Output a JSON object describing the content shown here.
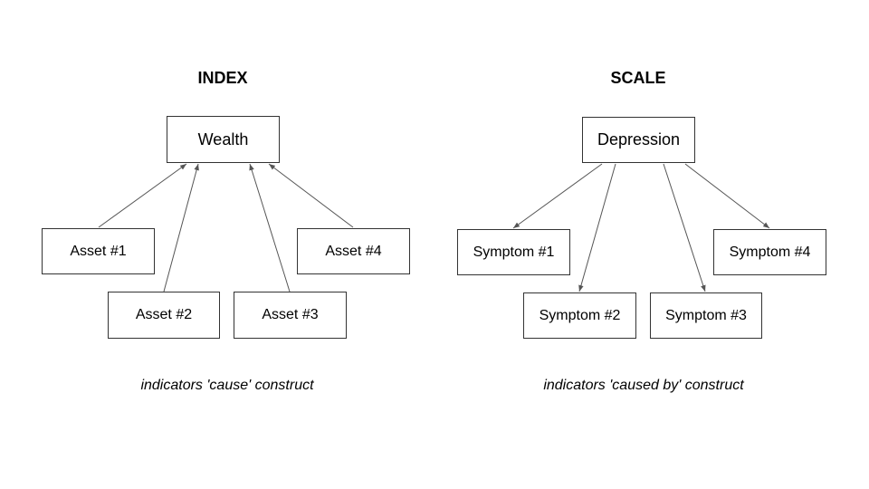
{
  "colors": {
    "background": "#ffffff",
    "text": "#000000",
    "box_border": "#333333",
    "arrow": "#555555"
  },
  "index_panel": {
    "title": "INDEX",
    "construct": "Wealth",
    "indicators": [
      "Asset #1",
      "Asset #2",
      "Asset #3",
      "Asset #4"
    ],
    "arrow_direction": "indicator-to-construct",
    "caption": "indicators 'cause' construct"
  },
  "scale_panel": {
    "title": "SCALE",
    "construct": "Depression",
    "indicators": [
      "Symptom #1",
      "Symptom #2",
      "Symptom #3",
      "Symptom #4"
    ],
    "arrow_direction": "construct-to-indicator",
    "caption": "indicators 'caused by' construct"
  }
}
